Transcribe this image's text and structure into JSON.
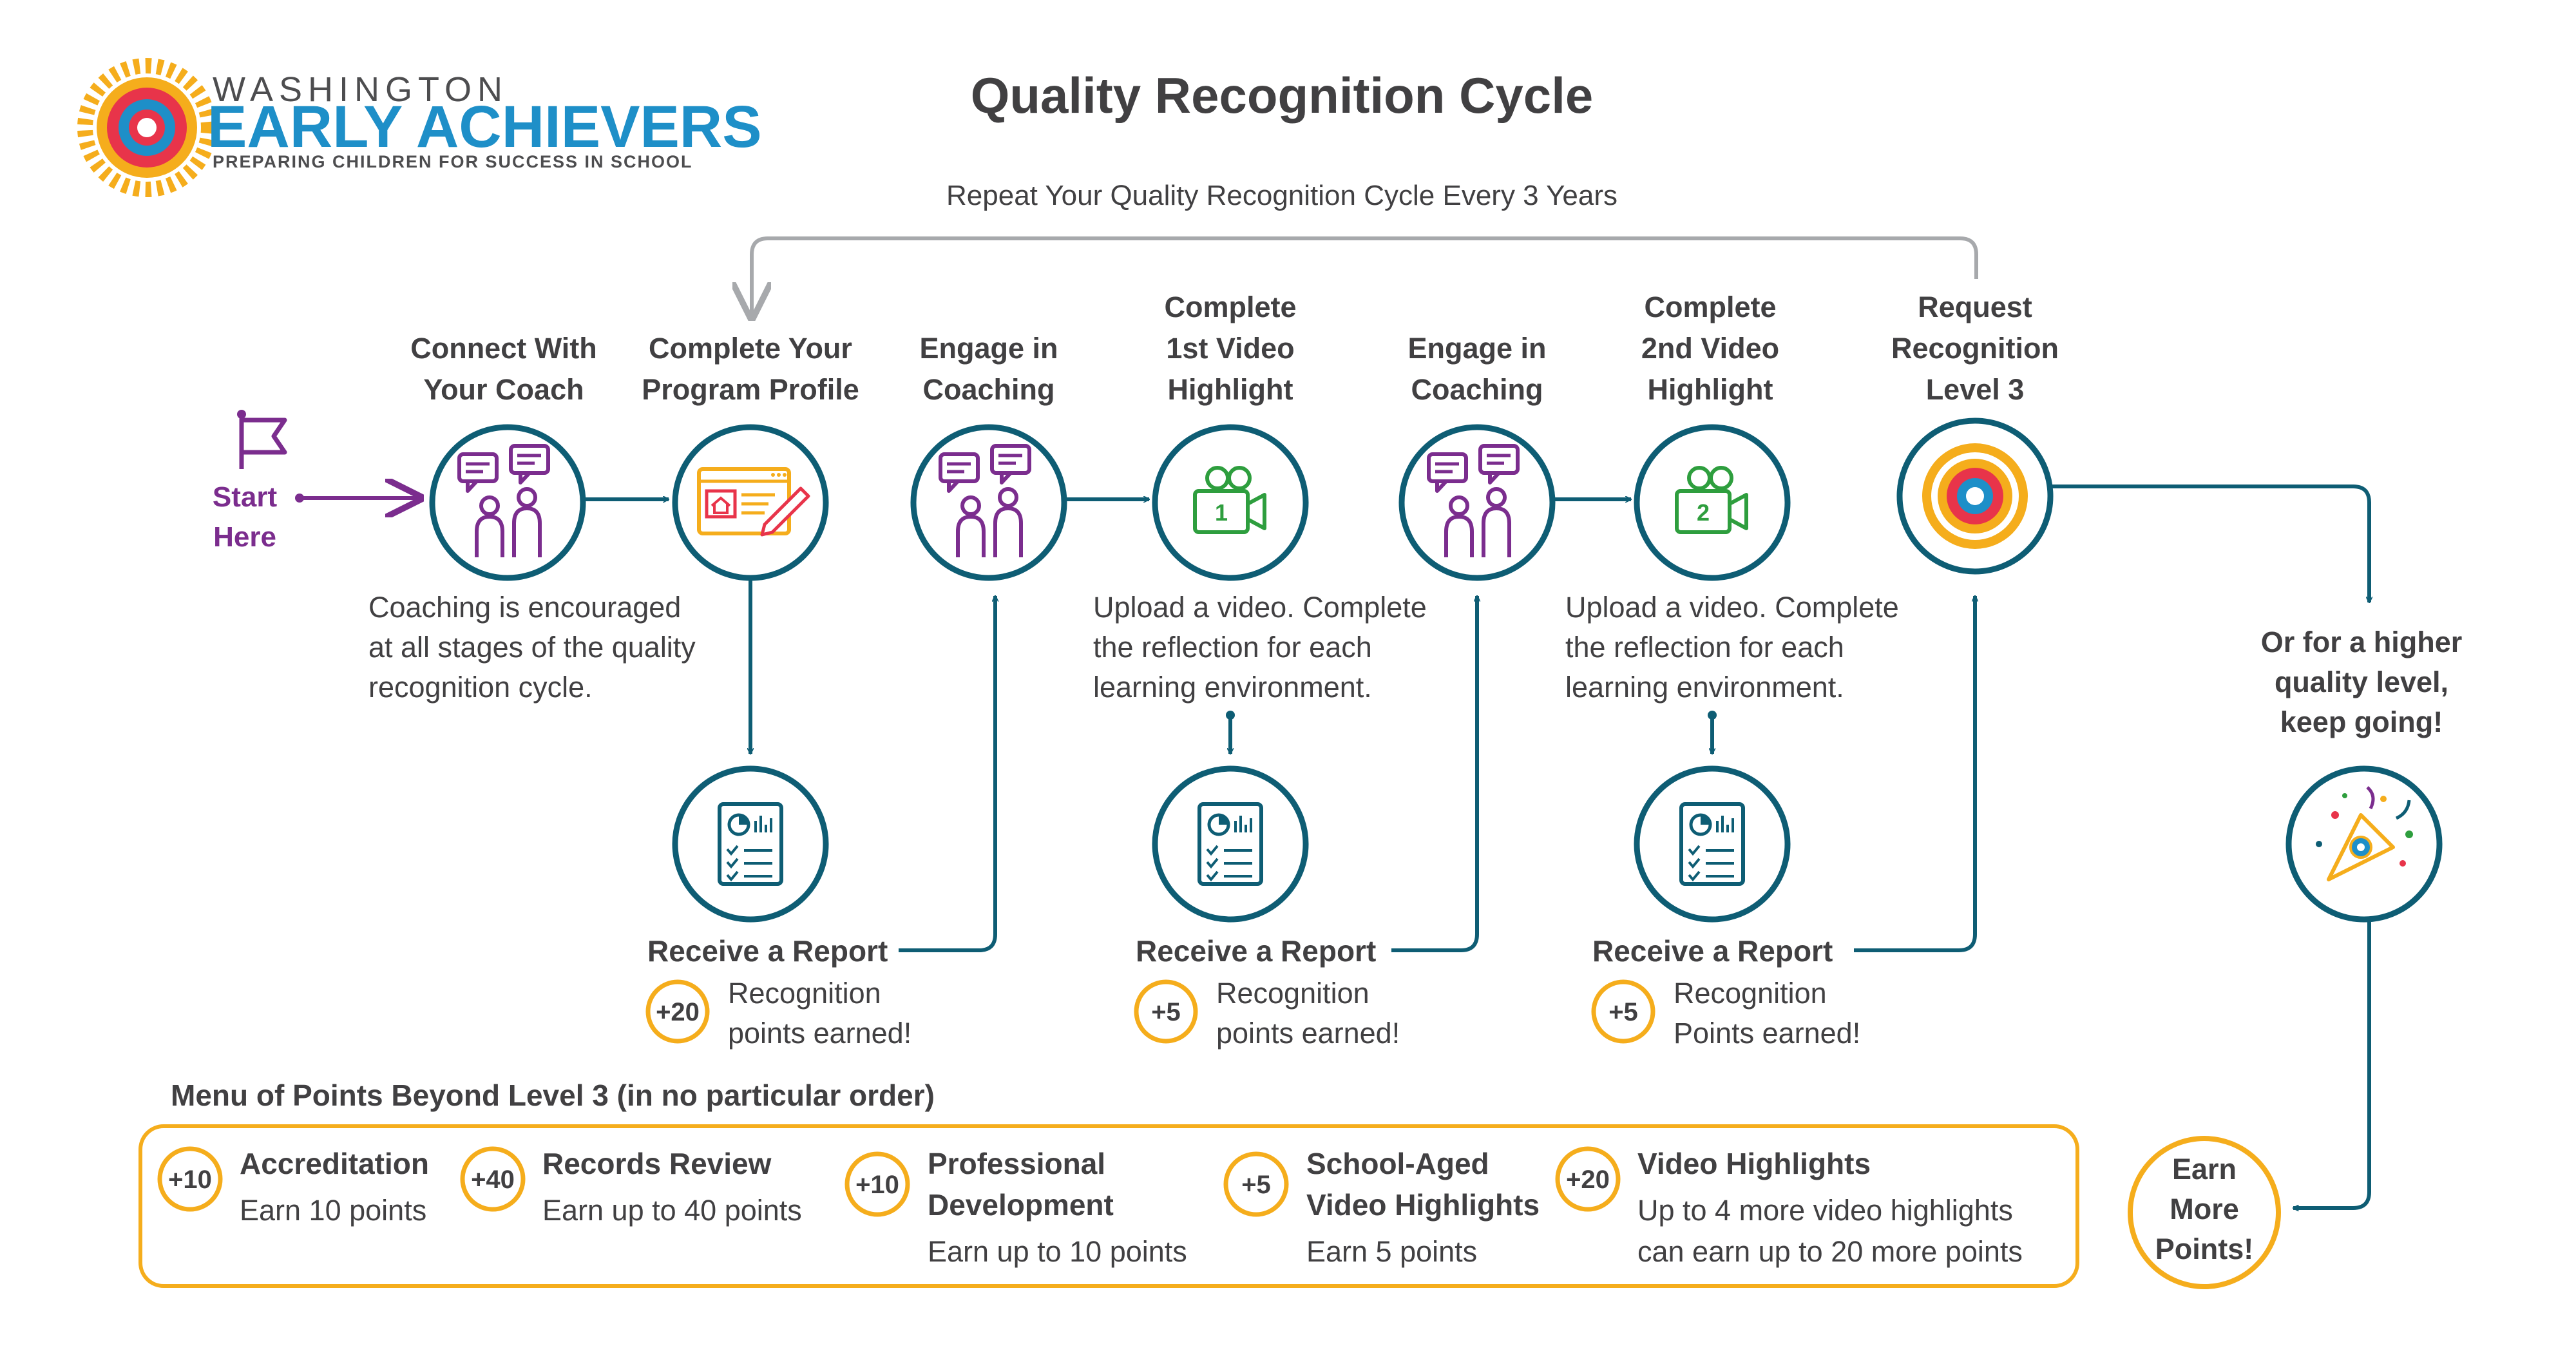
{
  "logo": {
    "top": "WASHINGTON",
    "main": "EARLY ACHIEVERS",
    "sub": "PREPARING CHILDREN FOR SUCCESS IN SCHOOL"
  },
  "title": "Quality Recognition Cycle",
  "repeat_label": "Repeat Your Quality Recognition Cycle Every 3 Years",
  "start": {
    "line1": "Start",
    "line2": "Here"
  },
  "steps": [
    {
      "title": [
        "Connect With",
        "Your Coach"
      ],
      "icon": "coaching-people-icon"
    },
    {
      "title": [
        "Complete Your",
        "Program Profile"
      ],
      "icon": "program-profile-icon"
    },
    {
      "title": [
        "Engage in",
        "Coaching"
      ],
      "icon": "coaching-people-icon"
    },
    {
      "title": [
        "Complete",
        "1st Video",
        "Highlight"
      ],
      "icon": "video-camera-icon",
      "number": "1"
    },
    {
      "title": [
        "Engage in",
        "Coaching"
      ],
      "icon": "coaching-people-icon"
    },
    {
      "title": [
        "Complete",
        "2nd Video",
        "Highlight"
      ],
      "icon": "video-camera-icon",
      "number": "2"
    },
    {
      "title": [
        "Request",
        "Recognition",
        "Level 3"
      ],
      "icon": "target-badge-icon"
    }
  ],
  "notes": {
    "coaching": [
      "Coaching is encouraged",
      "at all stages of the quality",
      "recognition cycle."
    ],
    "video1": [
      "Upload a video. Complete",
      "the reflection for each",
      "learning environment."
    ],
    "video2": [
      "Upload a video. Complete",
      "the reflection for each",
      "learning environment."
    ]
  },
  "reports": [
    {
      "title": "Receive a Report",
      "points": "+20",
      "text": [
        "Recognition",
        "points earned!"
      ]
    },
    {
      "title": "Receive a Report",
      "points": "+5",
      "text": [
        "Recognition",
        "points earned!"
      ]
    },
    {
      "title": "Receive a Report",
      "points": "+5",
      "text": [
        "Recognition",
        "Points earned!"
      ]
    }
  ],
  "higher": [
    "Or for a higher",
    "quality level,",
    "keep going!"
  ],
  "earn_more": [
    "Earn",
    "More",
    "Points!"
  ],
  "menu": {
    "title": "Menu of Points Beyond Level 3 (in no particular order)",
    "items": [
      {
        "points": "+10",
        "title": [
          "Accreditation"
        ],
        "desc": [
          "Earn 10 points"
        ]
      },
      {
        "points": "+40",
        "title": [
          "Records Review"
        ],
        "desc": [
          "Earn up to 40 points"
        ]
      },
      {
        "points": "+10",
        "title": [
          "Professional",
          "Development"
        ],
        "desc": [
          "Earn up to 10 points"
        ]
      },
      {
        "points": "+5",
        "title": [
          "School-Aged",
          "Video Highlights"
        ],
        "desc": [
          "Earn 5 points"
        ]
      },
      {
        "points": "+20",
        "title": [
          "Video Highlights"
        ],
        "desc": [
          "Up to 4 more video highlights",
          "can earn up to 20 more points"
        ]
      }
    ]
  },
  "colors": {
    "teal": "#0e5d74",
    "purple": "#7b2d8e",
    "orange": "#f5ad1c",
    "green": "#2e9e3e",
    "red": "#e8344a",
    "blue": "#1e8fc8",
    "text": "#414042",
    "gray": "#a7a9ac"
  }
}
